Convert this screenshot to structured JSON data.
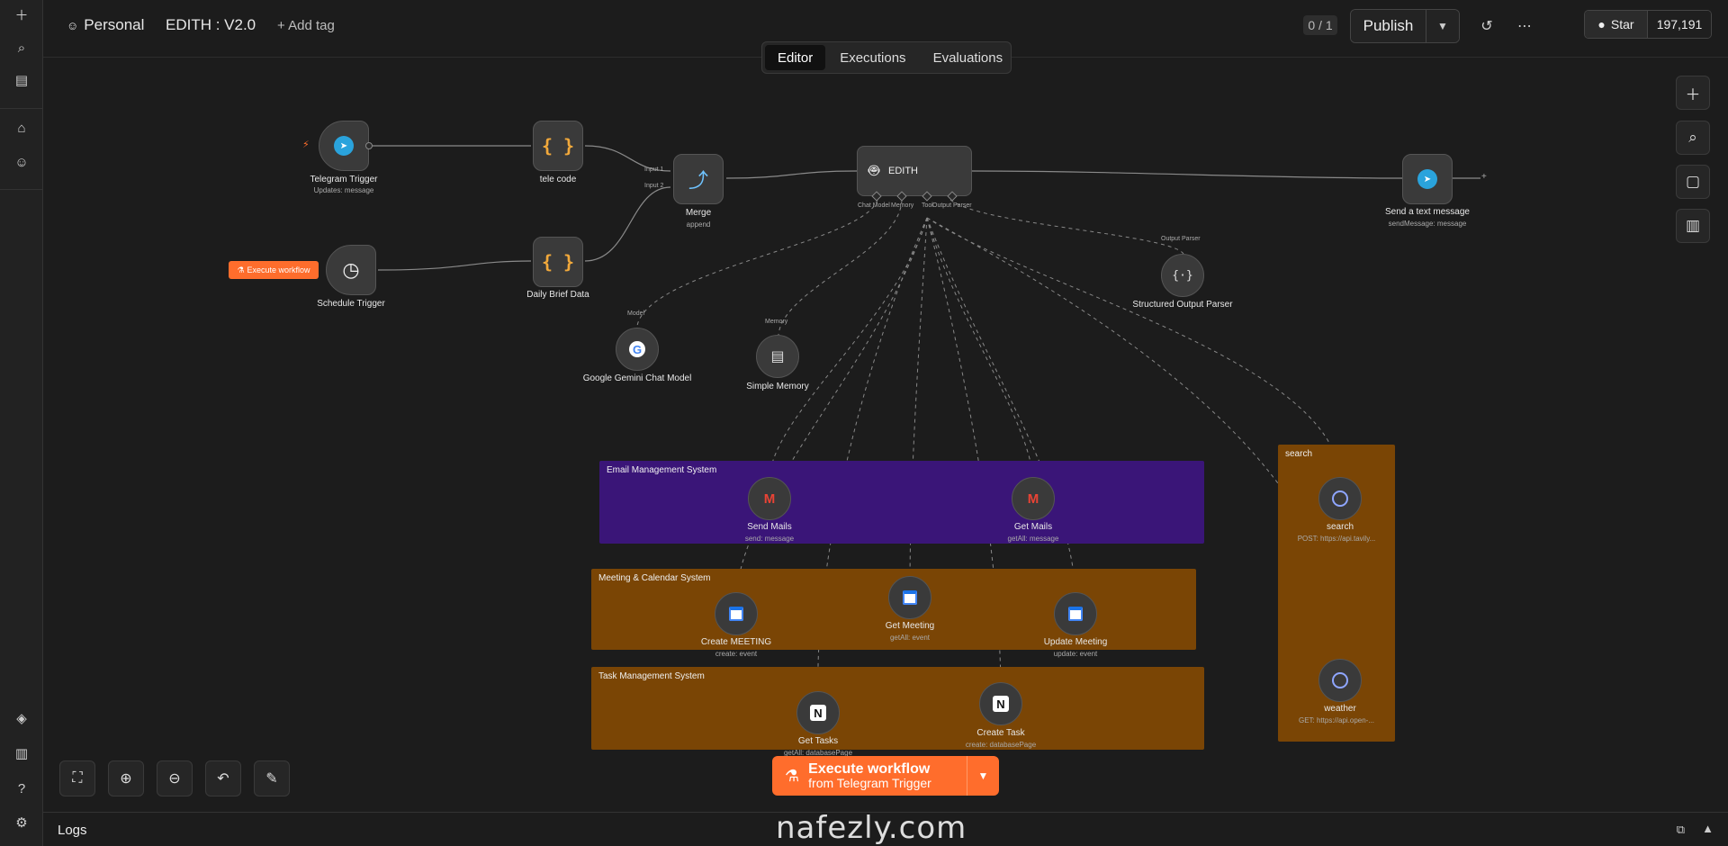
{
  "topbar": {
    "project": "Personal",
    "workflow_name": "EDITH : V2.0",
    "add_tag": "+ Add tag",
    "version_counter": "0 / 1",
    "publish_label": "Publish",
    "star_label": "Star",
    "star_count": "197,191"
  },
  "tabs": [
    "Editor",
    "Executions",
    "Evaluations"
  ],
  "canvas": {
    "execute_tag": "Execute workflow",
    "nodes": {
      "telegram_trigger": {
        "label": "Telegram Trigger",
        "sub": "Updates: message"
      },
      "tele_code": {
        "label": "tele code"
      },
      "merge": {
        "label": "Merge",
        "sub": "append",
        "input1": "Input 1",
        "input2": "Input 2"
      },
      "schedule_trigger": {
        "label": "Schedule Trigger"
      },
      "daily_brief": {
        "label": "Daily Brief Data"
      },
      "edith": {
        "label": "EDITH",
        "port_chat": "Chat Model",
        "port_memory": "Memory",
        "port_tool": "Tool",
        "port_parser": "Output Parser"
      },
      "send_text": {
        "label": "Send a text message",
        "sub": "sendMessage: message"
      },
      "gemini": {
        "label": "Google Gemini Chat Model",
        "port": "Model"
      },
      "simple_memory": {
        "label": "Simple Memory",
        "port": "Memory"
      },
      "parser": {
        "label": "Structured Output Parser",
        "port": "Output Parser"
      },
      "send_mails": {
        "label": "Send Mails",
        "sub": "send: message"
      },
      "get_mails": {
        "label": "Get Mails",
        "sub": "getAll: message"
      },
      "create_meeting": {
        "label": "Create MEETING",
        "sub": "create: event"
      },
      "get_meeting": {
        "label": "Get Meeting",
        "sub": "getAll: event"
      },
      "update_meeting": {
        "label": "Update Meeting",
        "sub": "update: event"
      },
      "get_tasks": {
        "label": "Get Tasks",
        "sub": "getAll: databasePage"
      },
      "create_task": {
        "label": "Create Task",
        "sub": "create: databasePage"
      },
      "search": {
        "label": "search",
        "sub": "POST: https://api.tavily..."
      },
      "weather": {
        "label": "weather",
        "sub": "GET: https://api.open-..."
      }
    },
    "groups": {
      "email": "Email Management System",
      "meeting": "Meeting & Calendar System",
      "task": "Task Management System",
      "search": "search"
    }
  },
  "execute_button": {
    "title": "Execute workflow",
    "subtitle": "from Telegram Trigger"
  },
  "logs": {
    "title": "Logs"
  },
  "watermark": "nafezly.com",
  "colors": {
    "accent": "#ff6d2c",
    "email_group": "#3a1578",
    "meeting_group": "#7a4505",
    "task_group": "#7a4505",
    "search_group": "#7a4505",
    "telegram": "#2aa3dc"
  },
  "icons": {
    "rail": [
      "plus-icon",
      "search-icon",
      "panel-icon",
      "home-icon",
      "user-icon",
      "templates-icon",
      "insights-icon",
      "help-icon",
      "settings-icon"
    ]
  }
}
